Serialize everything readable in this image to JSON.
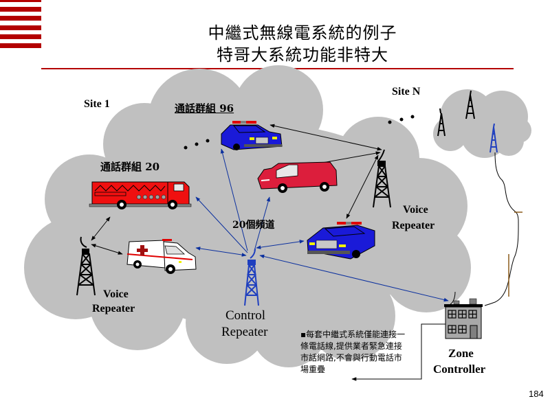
{
  "slide": {
    "title_line1": "中繼式無線電系統的例子",
    "title_line2": "特哥大系統功能非特大",
    "page_number": "184",
    "accent_color": "#b30000"
  },
  "diagram": {
    "site1_label": "Site 1",
    "siteN_label": "Site N",
    "talkgroup_96": "通話群組 96",
    "talkgroup_20": "通話群組 20",
    "channels_label": "20個頻道",
    "voice_repeater_left": {
      "line1": "Voice",
      "line2": "Repeater"
    },
    "voice_repeater_right": {
      "line1": "Voice",
      "line2": "Repeater"
    },
    "control_repeater": {
      "line1": "Control",
      "line2": "Repeater"
    },
    "zone_controller": {
      "line1": "Zone",
      "line2": "Controller"
    },
    "ellipsis_left": "• • •",
    "ellipsis_right": "• • •",
    "colors": {
      "cloud": "#c0c0c0",
      "control_link": "#0a2f9e",
      "voice_link": "#000000",
      "police_car": "#1a1ad8",
      "red_van": "#dc1e3c",
      "fire_truck": "#f01010"
    }
  },
  "note": {
    "line1": "▪每套中繼式系統僅能連接一",
    "line2": "條電話線,提供業者緊急連接",
    "line3": "市話網路,不會與行動電話市",
    "line4": "場重疊"
  }
}
